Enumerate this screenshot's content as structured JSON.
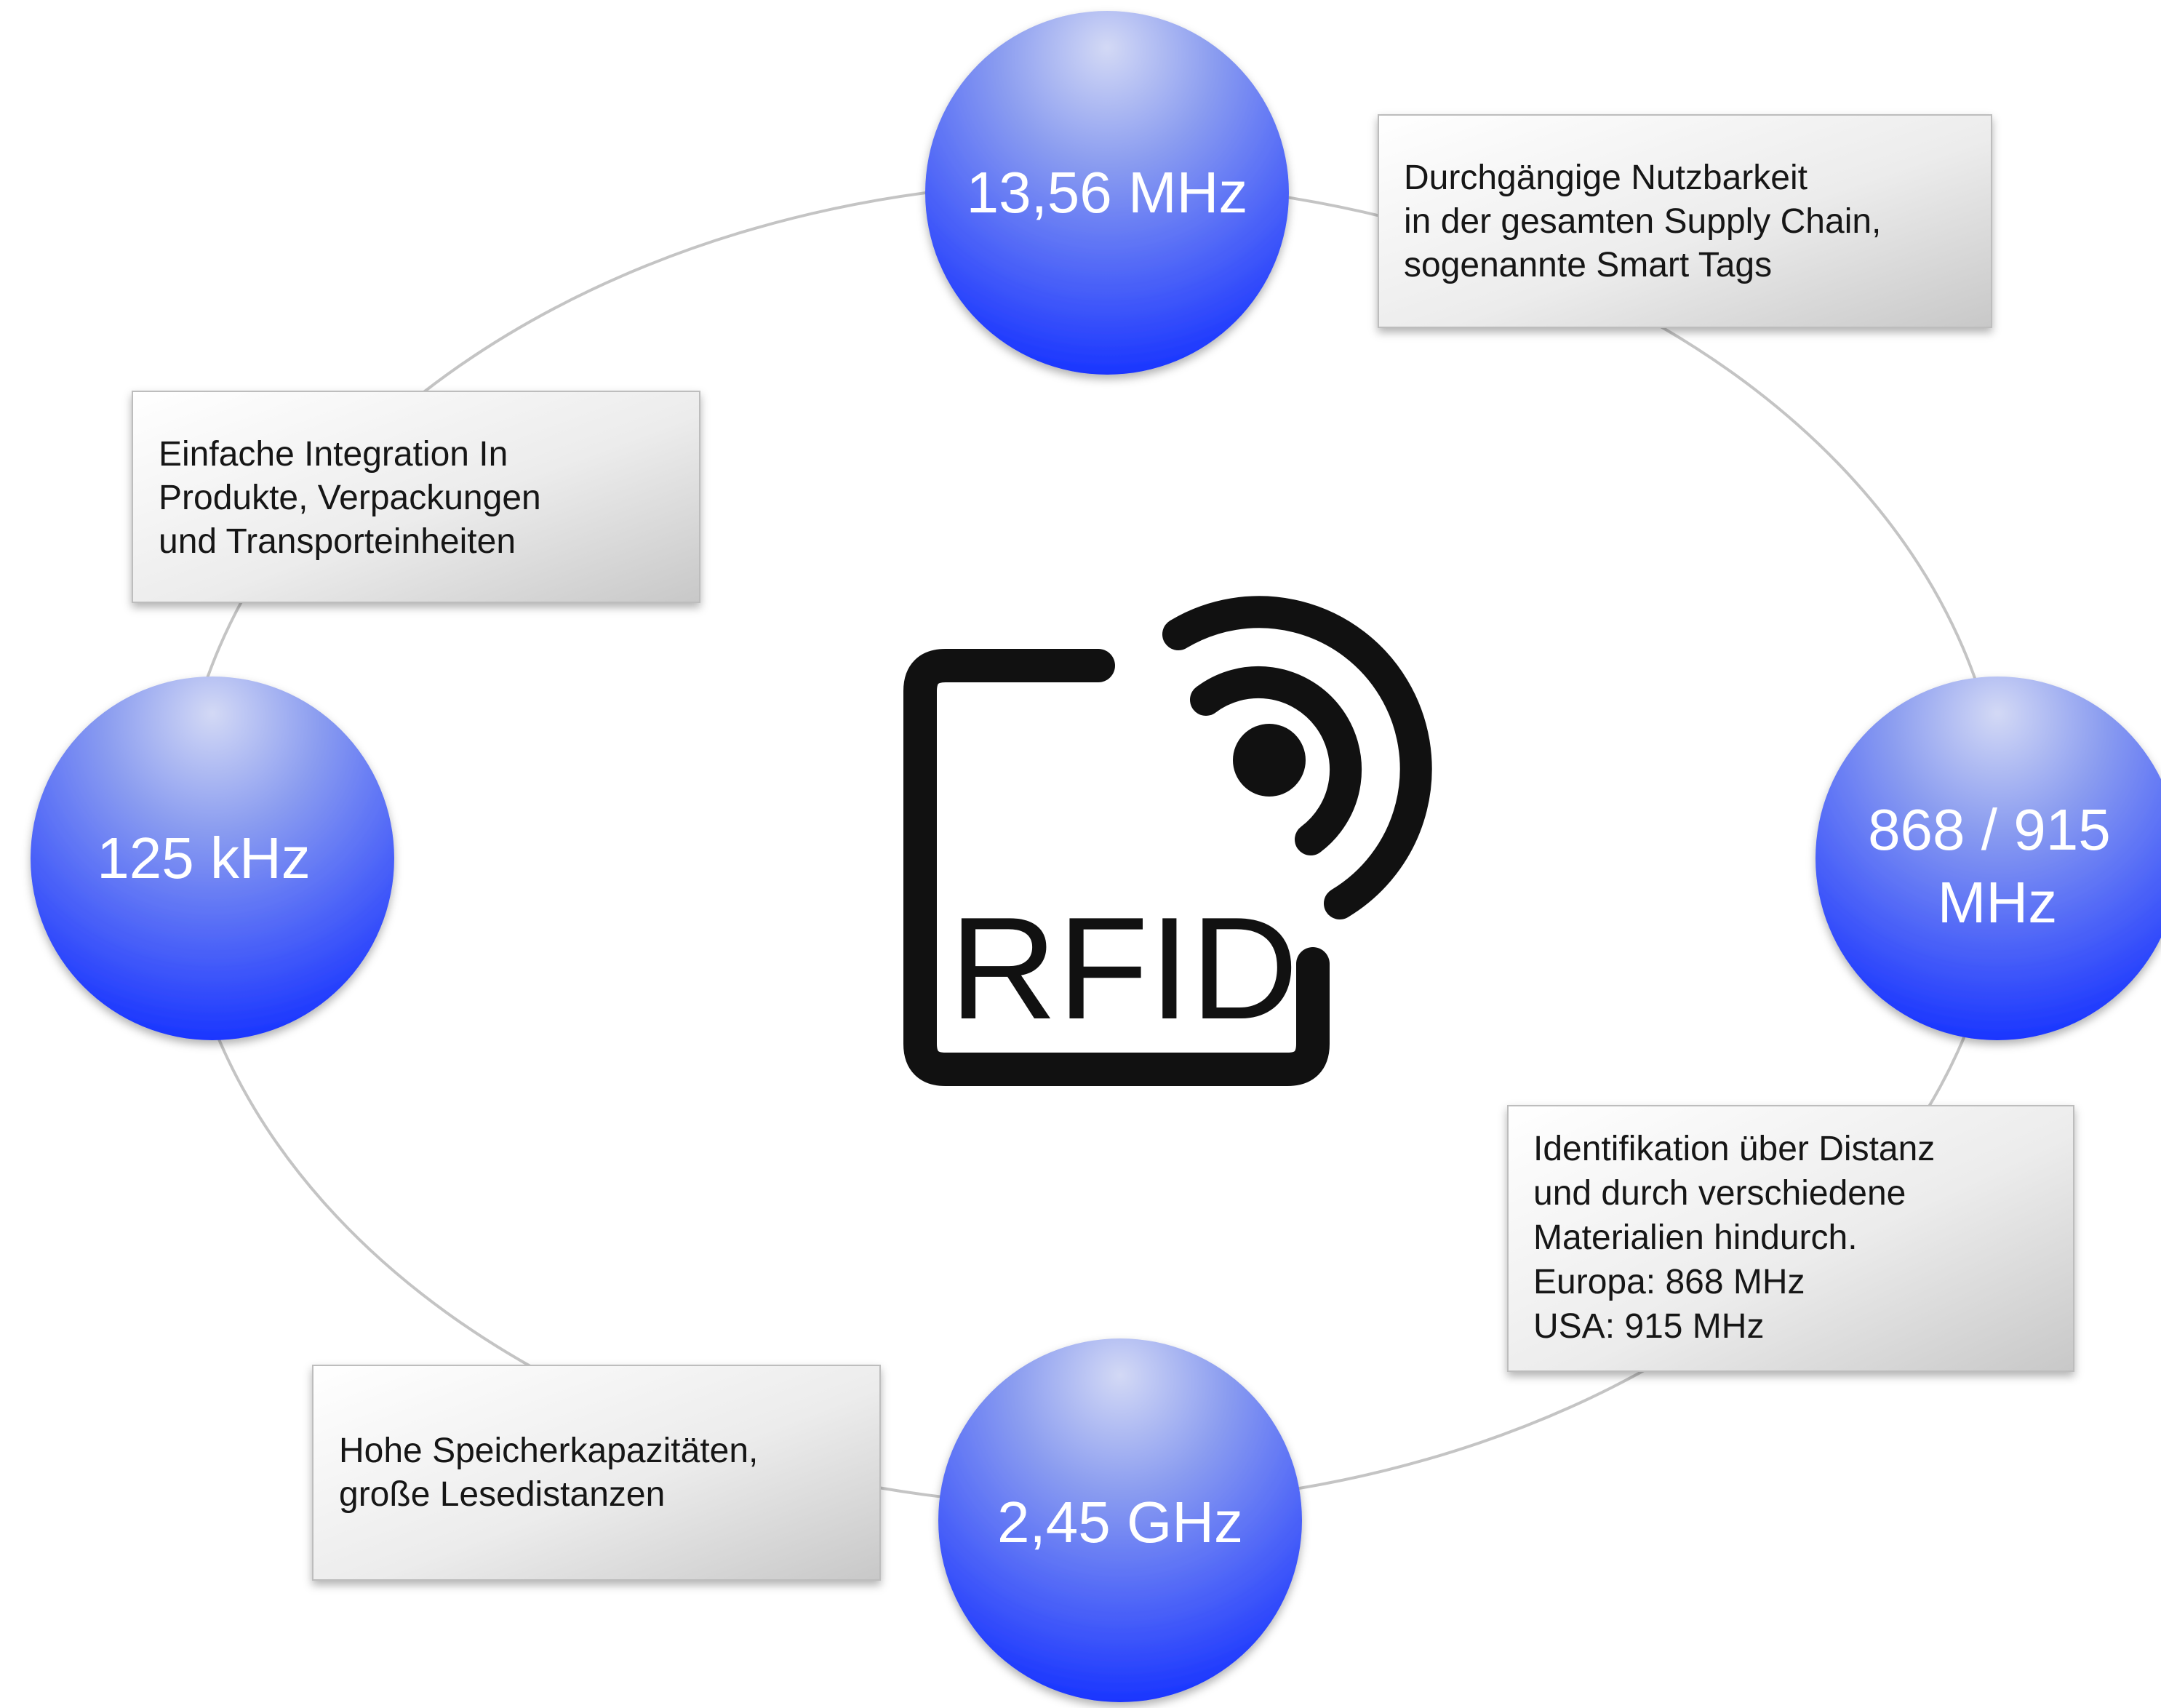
{
  "colors": {
    "node_top": "#c9d1f2",
    "node_bottom": "#1430ff",
    "ring": "#c4c4c4",
    "box_light": "#ffffff",
    "box_dark": "#cfcfcf",
    "logo": "#111111"
  },
  "logo": {
    "icon": "rfid-tag-icon",
    "text": "RFID"
  },
  "nodes": {
    "top": {
      "lines": [
        "13,56 MHz"
      ]
    },
    "right": {
      "lines": [
        "868 / 915",
        "MHz"
      ]
    },
    "bottom": {
      "lines": [
        "2,45 GHz"
      ]
    },
    "left": {
      "lines": [
        "125 kHz"
      ]
    }
  },
  "boxes": {
    "top_right": {
      "lines": [
        "Durchgängige Nutzbarkeit",
        "in der gesamten Supply Chain,",
        "sogenannte Smart Tags"
      ]
    },
    "top_left": {
      "lines": [
        "Einfache Integration In",
        "Produkte, Verpackungen",
        "und Transporteinheiten"
      ]
    },
    "bottom_right": {
      "lines": [
        "Identifikation über Distanz",
        "und durch verschiedene",
        "Materialien hindurch.",
        "Europa: 868 MHz",
        "USA: 915 MHz"
      ]
    },
    "bottom_left": {
      "lines": [
        "Hohe Speicherkapazitäten,",
        "große Lesedistanzen"
      ]
    }
  }
}
